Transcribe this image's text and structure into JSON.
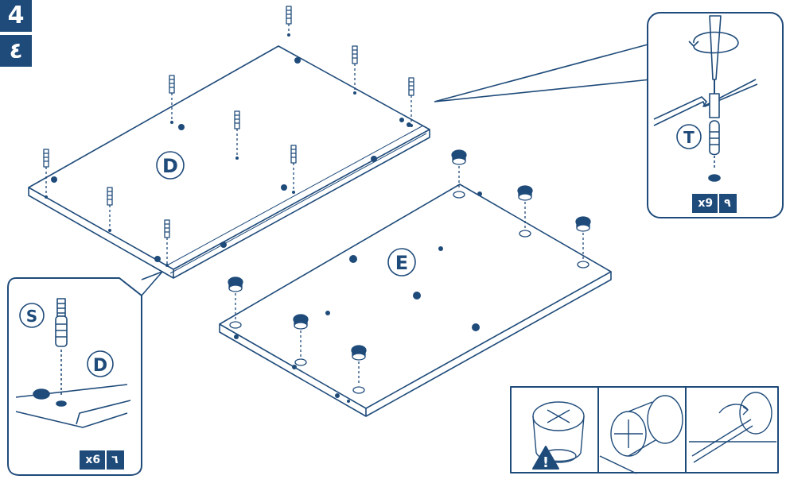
{
  "step": {
    "number": "4",
    "number_arabic": "٤"
  },
  "panels": {
    "panel_d_label": "D",
    "panel_e_label": "E"
  },
  "detail_t": {
    "part_label": "T",
    "quantity": "x9",
    "quantity_arabic": "٩"
  },
  "detail_s": {
    "part_label": "S",
    "panel_label": "D",
    "quantity": "x6",
    "quantity_arabic": "٦"
  },
  "warning": {
    "symbol": "!"
  },
  "colors": {
    "ink": "#1f4b7a",
    "background": "#ffffff"
  }
}
